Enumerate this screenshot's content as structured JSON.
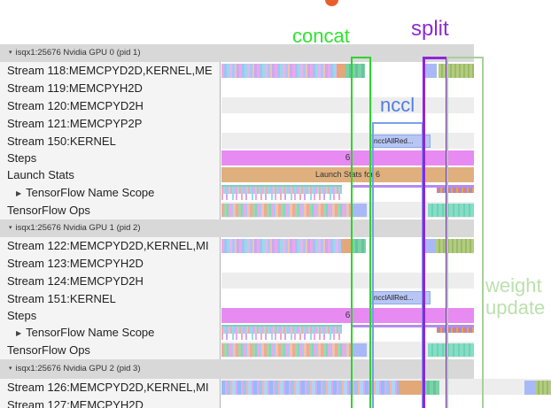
{
  "annotations": {
    "concat": {
      "label": "concat",
      "color": "#2FE32F"
    },
    "split": {
      "label": "split",
      "color": "#8C2BD9"
    },
    "nccl": {
      "label": "nccl",
      "color": "#4F7DE0"
    },
    "weight_update": {
      "line1": "weight",
      "line2": "update",
      "color": "#BCE0AE"
    }
  },
  "bars": {
    "steps_label": "6",
    "launch_stats_label": "Launch Stats for 6",
    "nccl_bar_label": "ncclAllRed..."
  },
  "icons": {
    "collapse": "▾",
    "expand": "▶"
  },
  "sections": [
    {
      "header": "isqx1:25676 Nvidia GPU 0 (pid 1)",
      "rows": [
        {
          "label": "Stream 118:MEMCPYD2D,KERNEL,ME"
        },
        {
          "label": "Stream 119:MEMCPYH2D"
        },
        {
          "label": "Stream 120:MEMCPYD2H"
        },
        {
          "label": "Stream 121:MEMCPYP2P"
        },
        {
          "label": "Stream 150:KERNEL"
        },
        {
          "label": "Steps"
        },
        {
          "label": "Launch Stats"
        },
        {
          "label": "TensorFlow Name Scope"
        },
        {
          "label": "TensorFlow Ops"
        }
      ]
    },
    {
      "header": "isqx1:25676 Nvidia GPU 1 (pid 2)",
      "rows": [
        {
          "label": "Stream 122:MEMCPYD2D,KERNEL,MI"
        },
        {
          "label": "Stream 123:MEMCPYH2D"
        },
        {
          "label": "Stream 124:MEMCPYD2H"
        },
        {
          "label": "Stream 151:KERNEL"
        },
        {
          "label": "Steps"
        },
        {
          "label": "TensorFlow Name Scope"
        },
        {
          "label": "TensorFlow Ops"
        }
      ]
    },
    {
      "header": "isqx1:25676 Nvidia GPU 2 (pid 3)",
      "rows": [
        {
          "label": "Stream 126:MEMCPYD2D,KERNEL,MI"
        },
        {
          "label": "Stream 127:MEMCPYH2D"
        }
      ]
    }
  ],
  "colors": {
    "header_band": "#D8D8D8",
    "row_alt": "#EDEDED",
    "steps_bar": "#E78BF2",
    "launch_bar": "#DFB07E",
    "nccl_bar_fill": "#B7C6F5",
    "nccl_bar_border": "#8FA8E8",
    "concat_box": "#2ED42E",
    "split_box": "#9025DC",
    "nccl_box": "#7B9FE8",
    "weight_update_box": "#A9CF9B"
  }
}
